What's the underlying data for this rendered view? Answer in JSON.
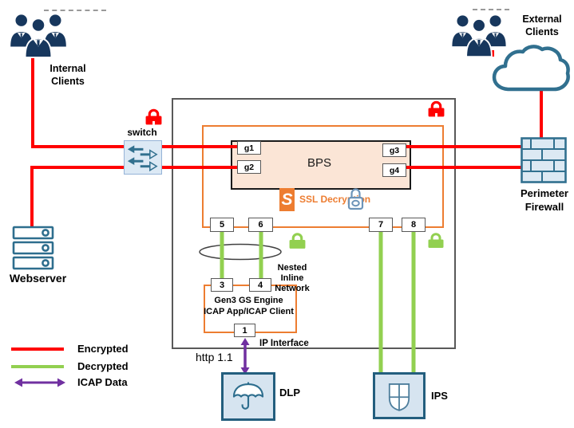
{
  "colors": {
    "encrypted_red": "#FF0000",
    "decrypted_green": "#92D050",
    "icap_purple": "#7030A0",
    "accent_orange": "#ED7D31",
    "frame_gray": "#595959",
    "client_navy": "#17375D",
    "network_steel_blue": "#31708F",
    "bps_fill": "#FBE5D6",
    "appliance_fill": "#D6E4F0"
  },
  "nodes": {
    "internal_clients": {
      "line1": "Internal",
      "line2": "Clients"
    },
    "external_clients": {
      "line1": "External",
      "line2": "Clients"
    },
    "switch": {
      "label": "switch"
    },
    "webserver": {
      "label": "Webserver"
    },
    "perimeter_firewall": {
      "line1": "Perimeter",
      "line2": "Firewall"
    },
    "bps": {
      "label": "BPS",
      "port_g1": "g1",
      "port_g2": "g2",
      "port_g3": "g3",
      "port_g4": "g4"
    },
    "ssl_decryption": {
      "label": "SSL Decryption",
      "logo_letter": "S"
    },
    "nested_inline_network": {
      "line1": "Nested Inline",
      "line2": "Network"
    },
    "gen3_engine": {
      "line1": "Gen3 GS Engine",
      "line2": "ICAP App/ICAP Client"
    },
    "dlp": {
      "label": "DLP"
    },
    "ips": {
      "label": "IPS"
    }
  },
  "ports": {
    "p1": "1",
    "p3": "3",
    "p4": "4",
    "p5": "5",
    "p6": "6",
    "p7": "7",
    "p8": "8"
  },
  "annotations": {
    "ip_interface": "IP Interface",
    "http_protocol": "http 1.1"
  },
  "legend": {
    "encrypted": "Encrypted",
    "decrypted": "Decrypted",
    "icap": "ICAP Data"
  }
}
